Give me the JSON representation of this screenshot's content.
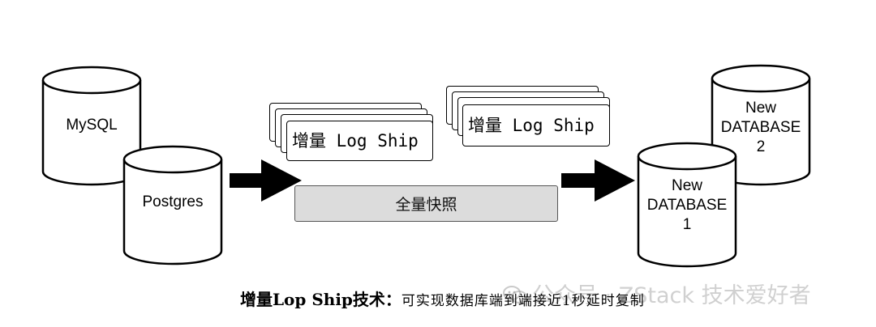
{
  "databases": {
    "mysql": "MySQL",
    "postgres": "Postgres",
    "new_db_1": [
      "New",
      "DATABASE",
      "1"
    ],
    "new_db_2": [
      "New",
      "DATABASE",
      "2"
    ]
  },
  "incremental_label": "增量 Log Ship",
  "snapshot_label": "全量快照",
  "caption": {
    "title": "增量Lop Ship技术：",
    "text": "可实现数据库端到端接近1秒延时复制"
  },
  "watermark": "公众号 · ZStack 技术爱好者",
  "watermark_icon": "wechat-icon",
  "colors": {
    "stroke": "#000000",
    "snapshot_fill": "#dcdcdc",
    "watermark": "#969696"
  }
}
